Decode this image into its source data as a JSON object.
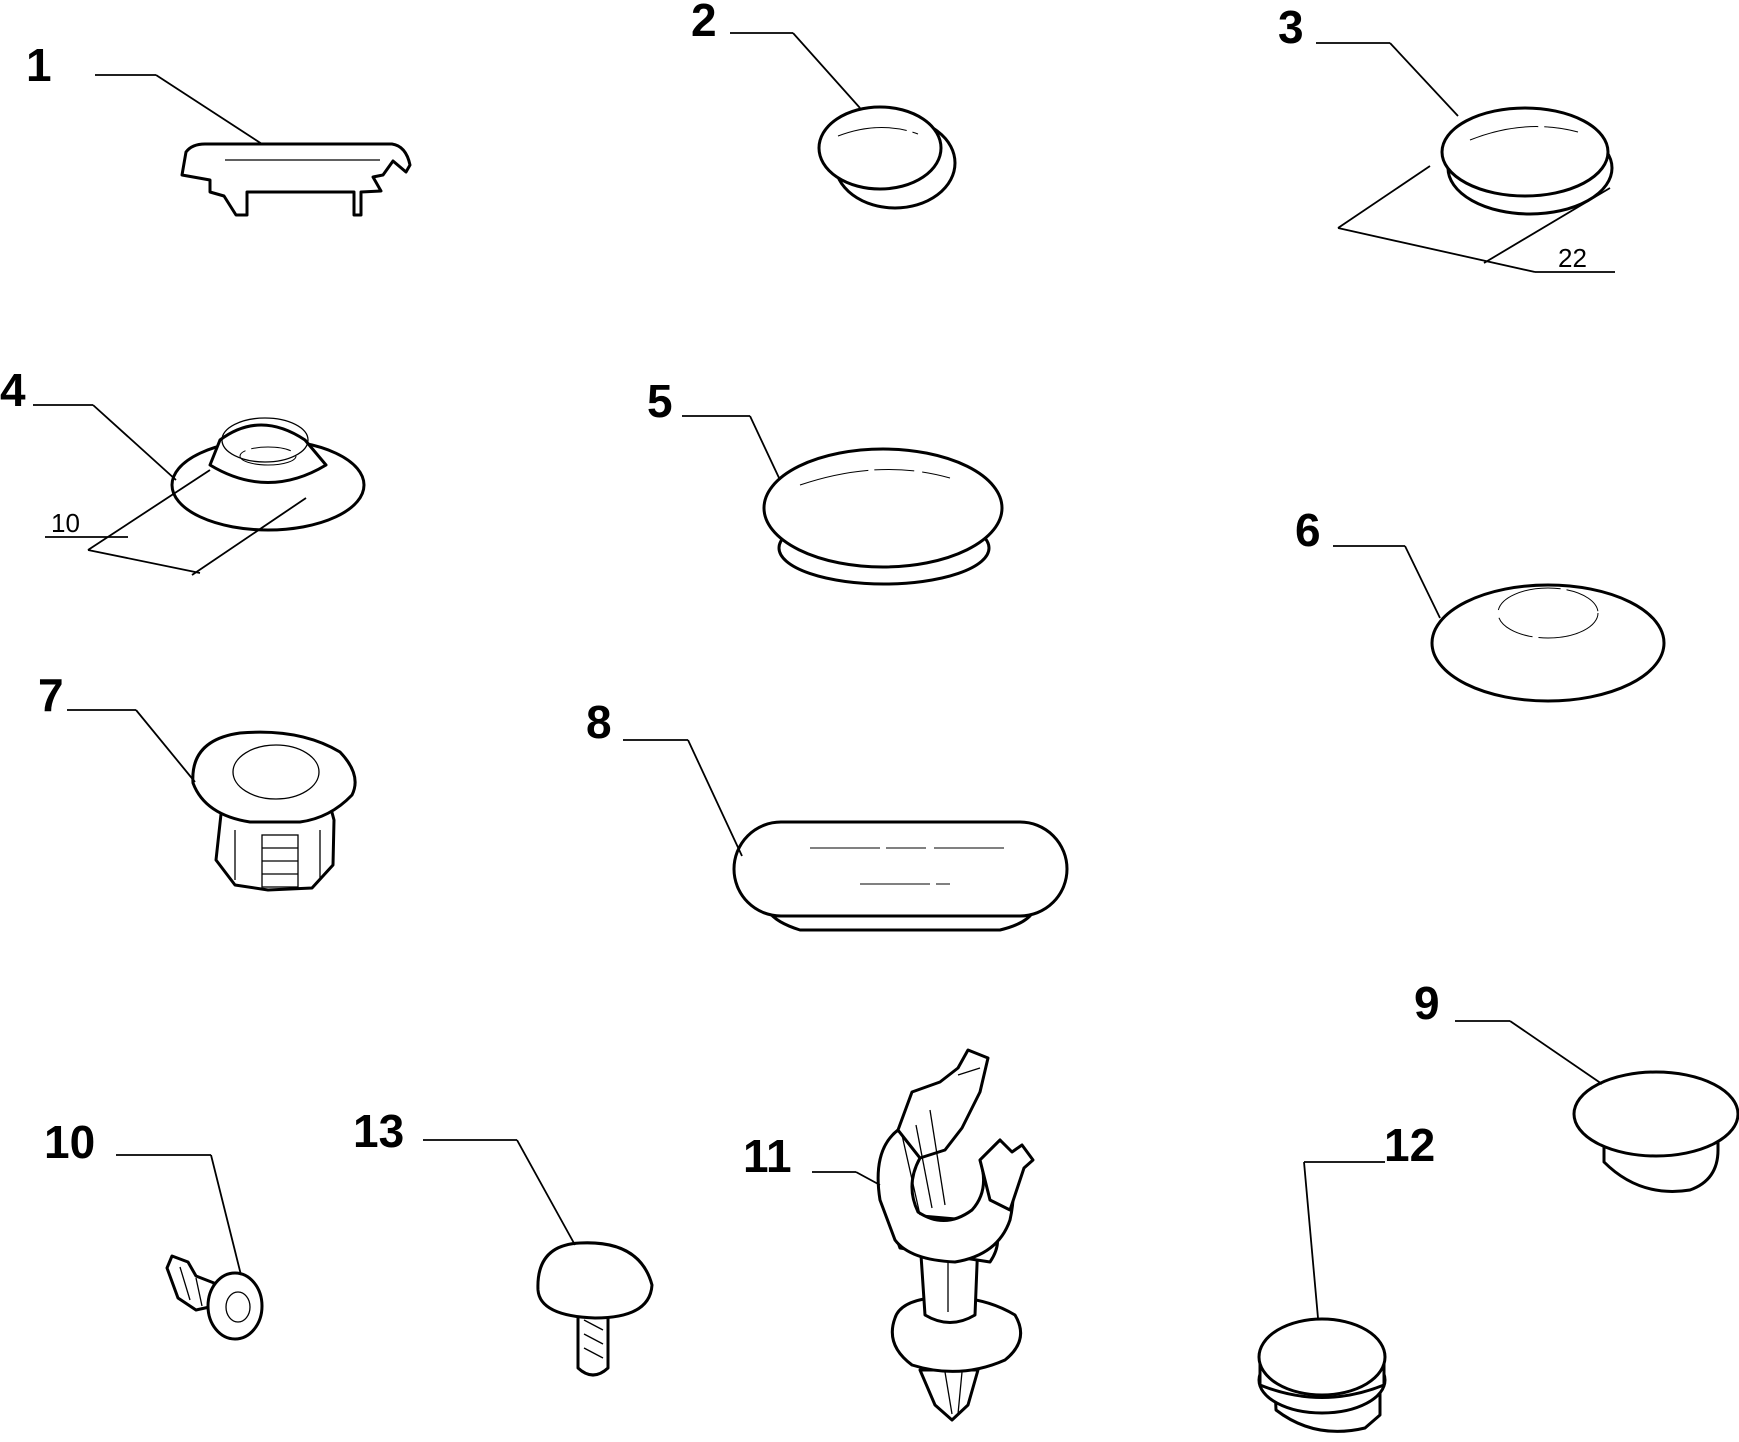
{
  "diagram": {
    "callouts": {
      "c1": "1",
      "c2": "2",
      "c3": "3",
      "c4": "4",
      "c5": "5",
      "c6": "6",
      "c7": "7",
      "c8": "8",
      "c9": "9",
      "c10": "10",
      "c11": "11",
      "c12": "12",
      "c13": "13"
    },
    "refs": {
      "r22": "22",
      "r10": "10"
    }
  }
}
